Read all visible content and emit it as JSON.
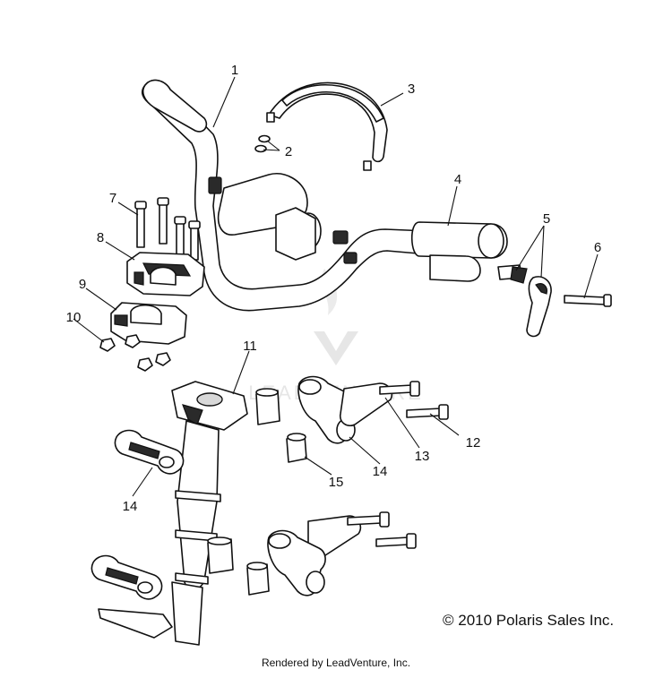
{
  "callouts": [
    {
      "id": 1,
      "text": "1"
    },
    {
      "id": 2,
      "text": "2"
    },
    {
      "id": 3,
      "text": "3"
    },
    {
      "id": 4,
      "text": "4"
    },
    {
      "id": 5,
      "text": "5"
    },
    {
      "id": 6,
      "text": "6"
    },
    {
      "id": 7,
      "text": "7"
    },
    {
      "id": 8,
      "text": "8"
    },
    {
      "id": 9,
      "text": "9"
    },
    {
      "id": 10,
      "text": "10"
    },
    {
      "id": 11,
      "text": "11"
    },
    {
      "id": 12,
      "text": "12"
    },
    {
      "id": 13,
      "text": "13"
    },
    {
      "id": 14,
      "text": "14"
    },
    {
      "id": 15,
      "text": "15"
    },
    {
      "id": 16,
      "text": "14"
    }
  ],
  "watermark": "LEADVENTURE",
  "copyright": "© 2010 Polaris Sales Inc.",
  "rendered_by": "Rendered by LeadVenture, Inc.",
  "colors": {
    "line": "#111111",
    "watermark": "#c8c8c8",
    "background": "#ffffff"
  }
}
